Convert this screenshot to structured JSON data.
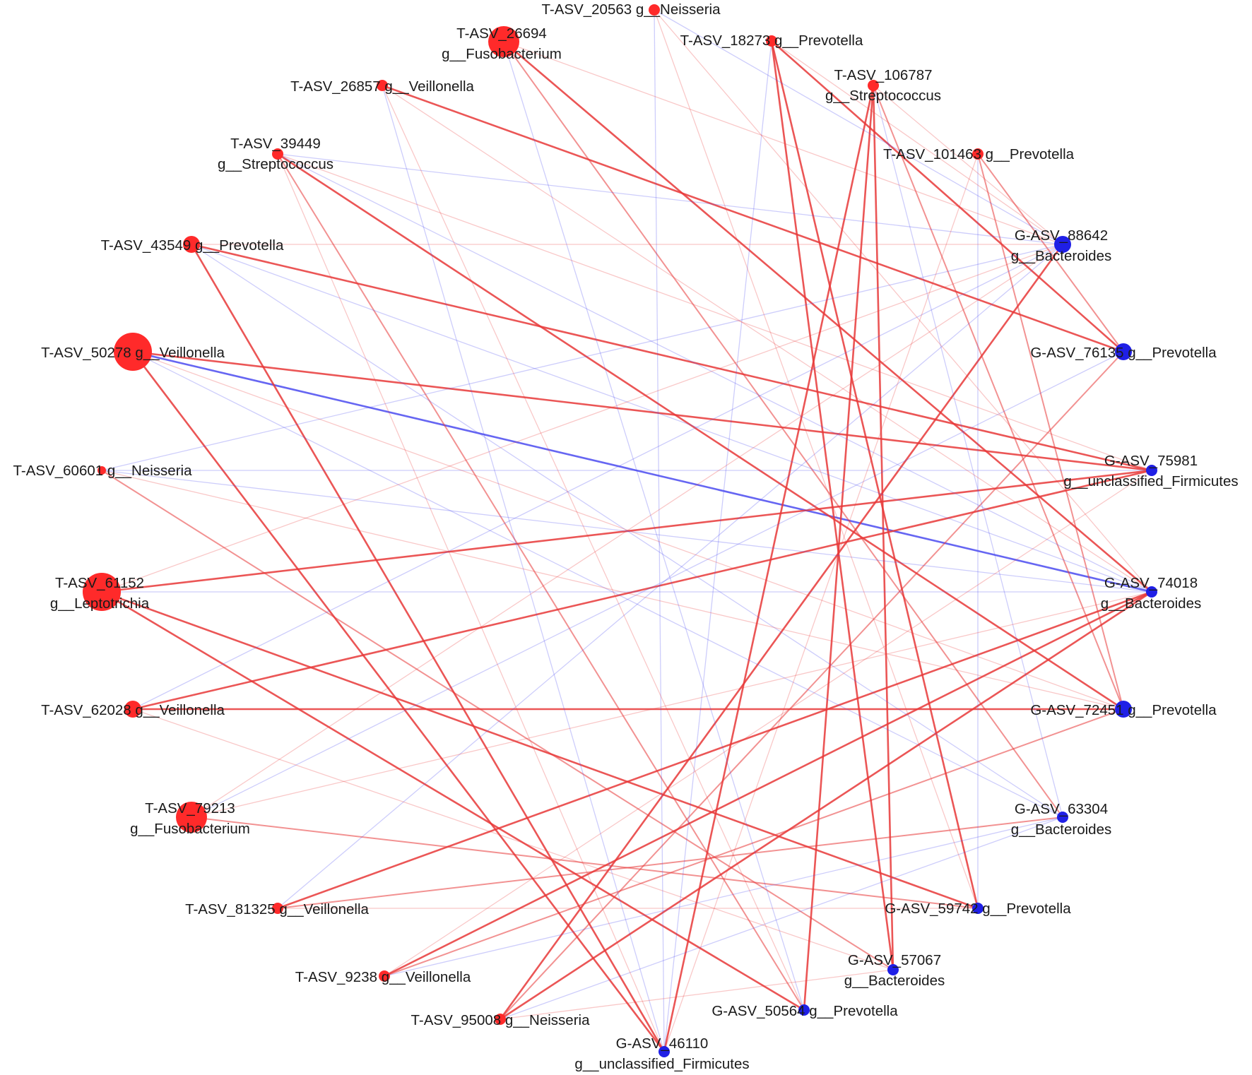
{
  "colors": {
    "t_node": "#ff2a2a",
    "g_node": "#1f1fe6",
    "positive_edge": "#e83838",
    "negative_edge": "#4b4bf0"
  },
  "nodes": [
    {
      "id": "T-ASV_20563",
      "group": "T",
      "size": "small",
      "label_lines": [
        "T-ASV_20563 g__Neisseria"
      ]
    },
    {
      "id": "T-ASV_18273",
      "group": "T",
      "size": "small",
      "label_lines": [
        "T-ASV_18273 g__Prevotella"
      ]
    },
    {
      "id": "T-ASV_106787",
      "group": "T",
      "size": "small",
      "label_lines": [
        "T-ASV_106787",
        "g__Streptococcus"
      ]
    },
    {
      "id": "T-ASV_101463",
      "group": "T",
      "size": "small",
      "label_lines": [
        "T-ASV_101463 g__Prevotella"
      ]
    },
    {
      "id": "G-ASV_88642",
      "group": "G",
      "size": "medium",
      "label_lines": [
        "G-ASV_88642",
        "g__Bacteroides"
      ]
    },
    {
      "id": "G-ASV_76135",
      "group": "G",
      "size": "medium",
      "label_lines": [
        "G-ASV_76135 g__Prevotella"
      ]
    },
    {
      "id": "G-ASV_75981",
      "group": "G",
      "size": "small",
      "label_lines": [
        "G-ASV_75981",
        "g__unclassified_Firmicutes"
      ]
    },
    {
      "id": "G-ASV_74018",
      "group": "G",
      "size": "small",
      "label_lines": [
        "G-ASV_74018",
        "g__Bacteroides"
      ]
    },
    {
      "id": "G-ASV_72451",
      "group": "G",
      "size": "medium",
      "label_lines": [
        "G-ASV_72451 g__Prevotella"
      ]
    },
    {
      "id": "G-ASV_63304",
      "group": "G",
      "size": "small",
      "label_lines": [
        "G-ASV_63304",
        "g__Bacteroides"
      ]
    },
    {
      "id": "G-ASV_59742",
      "group": "G",
      "size": "small",
      "label_lines": [
        "G-ASV_59742 g__Prevotella"
      ]
    },
    {
      "id": "G-ASV_57067",
      "group": "G",
      "size": "small",
      "label_lines": [
        "G-ASV_57067",
        "g__Bacteroides"
      ]
    },
    {
      "id": "G-ASV_50564",
      "group": "G",
      "size": "small",
      "label_lines": [
        "G-ASV_50564 g__Prevotella"
      ]
    },
    {
      "id": "G-ASV_46110",
      "group": "G",
      "size": "small",
      "label_lines": [
        "G-ASV_46110",
        "g__unclassified_Firmicutes"
      ]
    },
    {
      "id": "T-ASV_95008",
      "group": "T",
      "size": "small",
      "label_lines": [
        "T-ASV_95008 g__Neisseria"
      ]
    },
    {
      "id": "T-ASV_9238",
      "group": "T",
      "size": "small",
      "label_lines": [
        "T-ASV_9238 g__Veillonella"
      ]
    },
    {
      "id": "T-ASV_81325",
      "group": "T",
      "size": "small",
      "label_lines": [
        "T-ASV_81325 g__Veillonella"
      ]
    },
    {
      "id": "T-ASV_79213",
      "group": "T",
      "size": "large",
      "label_lines": [
        "T-ASV_79213",
        "g__Fusobacterium"
      ]
    },
    {
      "id": "T-ASV_62028",
      "group": "T",
      "size": "medium",
      "label_lines": [
        "T-ASV_62028 g__Veillonella"
      ]
    },
    {
      "id": "T-ASV_61152",
      "group": "T",
      "size": "xlarge",
      "label_lines": [
        "T-ASV_61152",
        "g__Leptotrichia"
      ]
    },
    {
      "id": "T-ASV_60601",
      "group": "T",
      "size": "tiny",
      "label_lines": [
        "T-ASV_60601 g__Neisseria"
      ]
    },
    {
      "id": "T-ASV_50278",
      "group": "T",
      "size": "xlarge",
      "label_lines": [
        "T-ASV_50278 g__Veillonella"
      ]
    },
    {
      "id": "T-ASV_43549",
      "group": "T",
      "size": "medium",
      "label_lines": [
        "T-ASV_43549 g__Prevotella"
      ]
    },
    {
      "id": "T-ASV_39449",
      "group": "T",
      "size": "small",
      "label_lines": [
        "T-ASV_39449",
        "g__Streptococcus"
      ]
    },
    {
      "id": "T-ASV_26857",
      "group": "T",
      "size": "small",
      "label_lines": [
        "T-ASV_26857 g__Veillonella"
      ]
    },
    {
      "id": "T-ASV_26694",
      "group": "T",
      "size": "large",
      "label_lines": [
        "T-ASV_26694",
        "g__Fusobacterium"
      ]
    }
  ],
  "edges": [
    {
      "source": "T-ASV_50278",
      "target": "G-ASV_74018",
      "sign": "negative",
      "strength": "strong"
    },
    {
      "source": "T-ASV_61152",
      "target": "G-ASV_75981",
      "sign": "positive",
      "strength": "strong"
    },
    {
      "source": "T-ASV_43549",
      "target": "G-ASV_75981",
      "sign": "positive",
      "strength": "strong"
    },
    {
      "source": "T-ASV_50278",
      "target": "G-ASV_75981",
      "sign": "positive",
      "strength": "strong"
    },
    {
      "source": "T-ASV_26694",
      "target": "G-ASV_74018",
      "sign": "positive",
      "strength": "strong"
    },
    {
      "source": "T-ASV_26857",
      "target": "G-ASV_76135",
      "sign": "positive",
      "strength": "strong"
    },
    {
      "source": "T-ASV_18273",
      "target": "G-ASV_59742",
      "sign": "positive",
      "strength": "strong"
    },
    {
      "source": "T-ASV_18273",
      "target": "G-ASV_57067",
      "sign": "positive",
      "strength": "strong"
    },
    {
      "source": "T-ASV_18273",
      "target": "G-ASV_76135",
      "sign": "positive",
      "strength": "strong"
    },
    {
      "source": "T-ASV_106787",
      "target": "G-ASV_50564",
      "sign": "positive",
      "strength": "strong"
    },
    {
      "source": "T-ASV_106787",
      "target": "G-ASV_57067",
      "sign": "positive",
      "strength": "strong"
    },
    {
      "source": "T-ASV_106787",
      "target": "G-ASV_46110",
      "sign": "positive",
      "strength": "strong"
    },
    {
      "source": "T-ASV_106787",
      "target": "G-ASV_72451",
      "sign": "positive",
      "strength": "medium"
    },
    {
      "source": "T-ASV_101463",
      "target": "G-ASV_76135",
      "sign": "positive",
      "strength": "medium"
    },
    {
      "source": "T-ASV_101463",
      "target": "G-ASV_72451",
      "sign": "positive",
      "strength": "medium"
    },
    {
      "source": "G-ASV_88642",
      "target": "T-ASV_95008",
      "sign": "positive",
      "strength": "strong"
    },
    {
      "source": "G-ASV_75981",
      "target": "T-ASV_62028",
      "sign": "positive",
      "strength": "strong"
    },
    {
      "source": "G-ASV_74018",
      "target": "T-ASV_81325",
      "sign": "positive",
      "strength": "strong"
    },
    {
      "source": "G-ASV_74018",
      "target": "T-ASV_9238",
      "sign": "positive",
      "strength": "strong"
    },
    {
      "source": "G-ASV_74018",
      "target": "T-ASV_95008",
      "sign": "positive",
      "strength": "strong"
    },
    {
      "source": "T-ASV_39449",
      "target": "G-ASV_72451",
      "sign": "positive",
      "strength": "strong"
    },
    {
      "source": "T-ASV_39449",
      "target": "G-ASV_50564",
      "sign": "positive",
      "strength": "medium"
    },
    {
      "source": "T-ASV_43549",
      "target": "G-ASV_46110",
      "sign": "positive",
      "strength": "strong"
    },
    {
      "source": "T-ASV_50278",
      "target": "G-ASV_46110",
      "sign": "positive",
      "strength": "strong"
    },
    {
      "source": "T-ASV_61152",
      "target": "G-ASV_59742",
      "sign": "positive",
      "strength": "strong"
    },
    {
      "source": "T-ASV_61152",
      "target": "G-ASV_50564",
      "sign": "positive",
      "strength": "strong"
    },
    {
      "source": "T-ASV_62028",
      "target": "G-ASV_72451",
      "sign": "positive",
      "strength": "strong"
    },
    {
      "source": "T-ASV_26694",
      "target": "G-ASV_63304",
      "sign": "positive",
      "strength": "medium"
    },
    {
      "source": "T-ASV_60601",
      "target": "G-ASV_57067",
      "sign": "positive",
      "strength": "medium"
    },
    {
      "source": "T-ASV_79213",
      "target": "G-ASV_59742",
      "sign": "positive",
      "strength": "medium"
    },
    {
      "source": "T-ASV_81325",
      "target": "G-ASV_63304",
      "sign": "positive",
      "strength": "medium"
    },
    {
      "source": "T-ASV_9238",
      "target": "G-ASV_72451",
      "sign": "positive",
      "strength": "medium"
    },
    {
      "source": "T-ASV_95008",
      "target": "G-ASV_76135",
      "sign": "positive",
      "strength": "medium"
    },
    {
      "source": "T-ASV_20563",
      "target": "G-ASV_46110",
      "sign": "negative",
      "strength": "faint"
    },
    {
      "source": "T-ASV_20563",
      "target": "G-ASV_88642",
      "sign": "negative",
      "strength": "faint"
    },
    {
      "source": "T-ASV_18273",
      "target": "G-ASV_46110",
      "sign": "negative",
      "strength": "faint"
    },
    {
      "source": "T-ASV_26857",
      "target": "G-ASV_46110",
      "sign": "negative",
      "strength": "faint"
    },
    {
      "source": "T-ASV_39449",
      "target": "G-ASV_88642",
      "sign": "negative",
      "strength": "faint"
    },
    {
      "source": "T-ASV_39449",
      "target": "G-ASV_74018",
      "sign": "negative",
      "strength": "faint"
    },
    {
      "source": "T-ASV_43549",
      "target": "G-ASV_74018",
      "sign": "negative",
      "strength": "faint"
    },
    {
      "source": "T-ASV_43549",
      "target": "G-ASV_63304",
      "sign": "negative",
      "strength": "faint"
    },
    {
      "source": "T-ASV_60601",
      "target": "G-ASV_88642",
      "sign": "negative",
      "strength": "faint"
    },
    {
      "source": "T-ASV_60601",
      "target": "G-ASV_75981",
      "sign": "negative",
      "strength": "faint"
    },
    {
      "source": "T-ASV_60601",
      "target": "G-ASV_74018",
      "sign": "negative",
      "strength": "faint"
    },
    {
      "source": "T-ASV_61152",
      "target": "G-ASV_74018",
      "sign": "negative",
      "strength": "faint"
    },
    {
      "source": "T-ASV_62028",
      "target": "G-ASV_88642",
      "sign": "negative",
      "strength": "faint"
    },
    {
      "source": "T-ASV_79213",
      "target": "G-ASV_76135",
      "sign": "negative",
      "strength": "faint"
    },
    {
      "source": "T-ASV_81325",
      "target": "G-ASV_88642",
      "sign": "negative",
      "strength": "faint"
    },
    {
      "source": "T-ASV_9238",
      "target": "G-ASV_63304",
      "sign": "negative",
      "strength": "faint"
    },
    {
      "source": "T-ASV_95008",
      "target": "G-ASV_63304",
      "sign": "negative",
      "strength": "faint"
    },
    {
      "source": "T-ASV_106787",
      "target": "G-ASV_63304",
      "sign": "negative",
      "strength": "faint"
    },
    {
      "source": "T-ASV_101463",
      "target": "G-ASV_59742",
      "sign": "negative",
      "strength": "faint"
    },
    {
      "source": "T-ASV_26694",
      "target": "G-ASV_50564",
      "sign": "negative",
      "strength": "faint"
    },
    {
      "source": "T-ASV_50278",
      "target": "G-ASV_63304",
      "sign": "negative",
      "strength": "faint"
    },
    {
      "source": "T-ASV_20563",
      "target": "G-ASV_74018",
      "sign": "positive",
      "strength": "faint"
    },
    {
      "source": "T-ASV_26694",
      "target": "G-ASV_88642",
      "sign": "positive",
      "strength": "faint"
    },
    {
      "source": "T-ASV_26857",
      "target": "G-ASV_74018",
      "sign": "positive",
      "strength": "faint"
    },
    {
      "source": "T-ASV_39449",
      "target": "G-ASV_75981",
      "sign": "positive",
      "strength": "faint"
    },
    {
      "source": "T-ASV_43549",
      "target": "G-ASV_88642",
      "sign": "positive",
      "strength": "faint"
    },
    {
      "source": "T-ASV_50278",
      "target": "G-ASV_72451",
      "sign": "positive",
      "strength": "faint"
    },
    {
      "source": "T-ASV_60601",
      "target": "G-ASV_72451",
      "sign": "positive",
      "strength": "faint"
    },
    {
      "source": "T-ASV_61152",
      "target": "G-ASV_88642",
      "sign": "positive",
      "strength": "faint"
    },
    {
      "source": "T-ASV_62028",
      "target": "G-ASV_57067",
      "sign": "positive",
      "strength": "faint"
    },
    {
      "source": "T-ASV_79213",
      "target": "G-ASV_74018",
      "sign": "positive",
      "strength": "faint"
    },
    {
      "source": "T-ASV_81325",
      "target": "G-ASV_59742",
      "sign": "positive",
      "strength": "faint"
    },
    {
      "source": "T-ASV_9238",
      "target": "G-ASV_75981",
      "sign": "positive",
      "strength": "faint"
    },
    {
      "source": "T-ASV_95008",
      "target": "G-ASV_57067",
      "sign": "positive",
      "strength": "faint"
    },
    {
      "source": "T-ASV_18273",
      "target": "G-ASV_88642",
      "sign": "positive",
      "strength": "faint"
    },
    {
      "source": "T-ASV_101463",
      "target": "G-ASV_46110",
      "sign": "positive",
      "strength": "faint"
    },
    {
      "source": "T-ASV_106787",
      "target": "G-ASV_88642",
      "sign": "positive",
      "strength": "faint"
    },
    {
      "source": "T-ASV_20563",
      "target": "G-ASV_59742",
      "sign": "positive",
      "strength": "faint"
    },
    {
      "source": "T-ASV_26857",
      "target": "G-ASV_50564",
      "sign": "positive",
      "strength": "faint"
    },
    {
      "source": "T-ASV_39449",
      "target": "G-ASV_46110",
      "sign": "positive",
      "strength": "faint"
    },
    {
      "source": "T-ASV_79213",
      "target": "G-ASV_88642",
      "sign": "positive",
      "strength": "faint"
    }
  ]
}
